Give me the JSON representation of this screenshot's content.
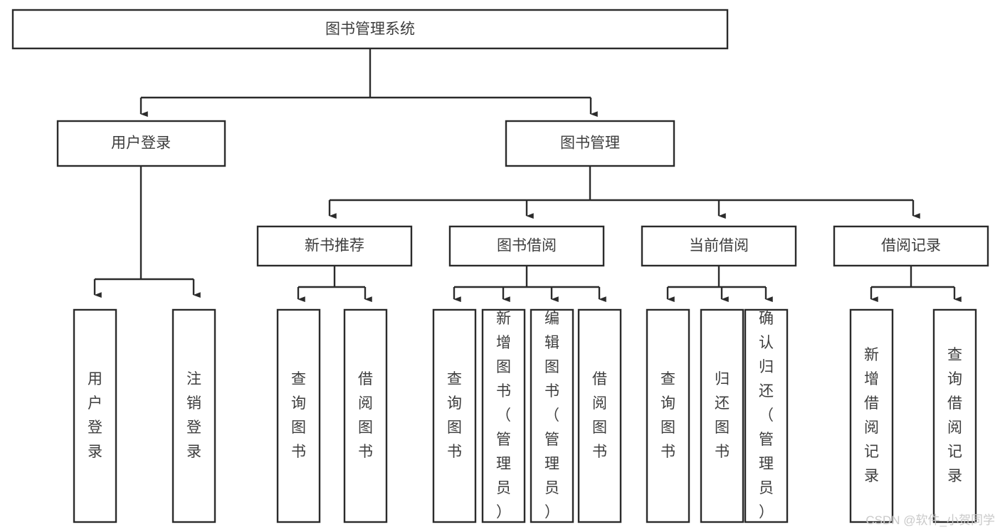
{
  "diagram": {
    "title": "图书管理系统",
    "type": "hierarchy-tree",
    "watermark": "CSDN @软件_小贺同学",
    "accent_color": "#2b2b2b",
    "box_fill": "#ffffff",
    "text_color": "#3d3d3d",
    "root": {
      "label": "图书管理系统"
    },
    "level1": [
      {
        "label": "用户登录"
      },
      {
        "label": "图书管理"
      }
    ],
    "level2": [
      {
        "label": "新书推荐"
      },
      {
        "label": "图书借阅"
      },
      {
        "label": "当前借阅"
      },
      {
        "label": "借阅记录"
      }
    ],
    "leaves": {
      "user_login": [
        {
          "label": "用户登录",
          "chars": [
            "用",
            "户",
            "登",
            "录"
          ]
        },
        {
          "label": "注销登录",
          "chars": [
            "注",
            "销",
            "登",
            "录"
          ]
        }
      ],
      "new_book_recommend": [
        {
          "label": "查询图书",
          "chars": [
            "查",
            "询",
            "图",
            "书"
          ]
        },
        {
          "label": "借阅图书",
          "chars": [
            "借",
            "阅",
            "图",
            "书"
          ]
        }
      ],
      "book_borrow": [
        {
          "label": "查询图书",
          "chars": [
            "查",
            "询",
            "图",
            "书"
          ]
        },
        {
          "label": "新增图书（管理员）",
          "chars": [
            "新",
            "增",
            "图",
            "书",
            "（",
            "管",
            "理",
            "员",
            "）"
          ]
        },
        {
          "label": "编辑图书（管理员）",
          "chars": [
            "编",
            "辑",
            "图",
            "书",
            "（",
            "管",
            "理",
            "员",
            "）"
          ]
        },
        {
          "label": "借阅图书",
          "chars": [
            "借",
            "阅",
            "图",
            "书"
          ]
        }
      ],
      "current_borrow": [
        {
          "label": "查询图书",
          "chars": [
            "查",
            "询",
            "图",
            "书"
          ]
        },
        {
          "label": "归还图书",
          "chars": [
            "归",
            "还",
            "图",
            "书"
          ]
        },
        {
          "label": "确认归还（管理员）",
          "chars": [
            "确",
            "认",
            "归",
            "还",
            "（",
            "管",
            "理",
            "员",
            "）"
          ]
        }
      ],
      "borrow_record": [
        {
          "label": "新增借阅记录",
          "chars": [
            "新",
            "增",
            "借",
            "阅",
            "记",
            "录"
          ]
        },
        {
          "label": "查询借阅记录",
          "chars": [
            "查",
            "询",
            "借",
            "阅",
            "记",
            "录"
          ]
        }
      ]
    }
  }
}
